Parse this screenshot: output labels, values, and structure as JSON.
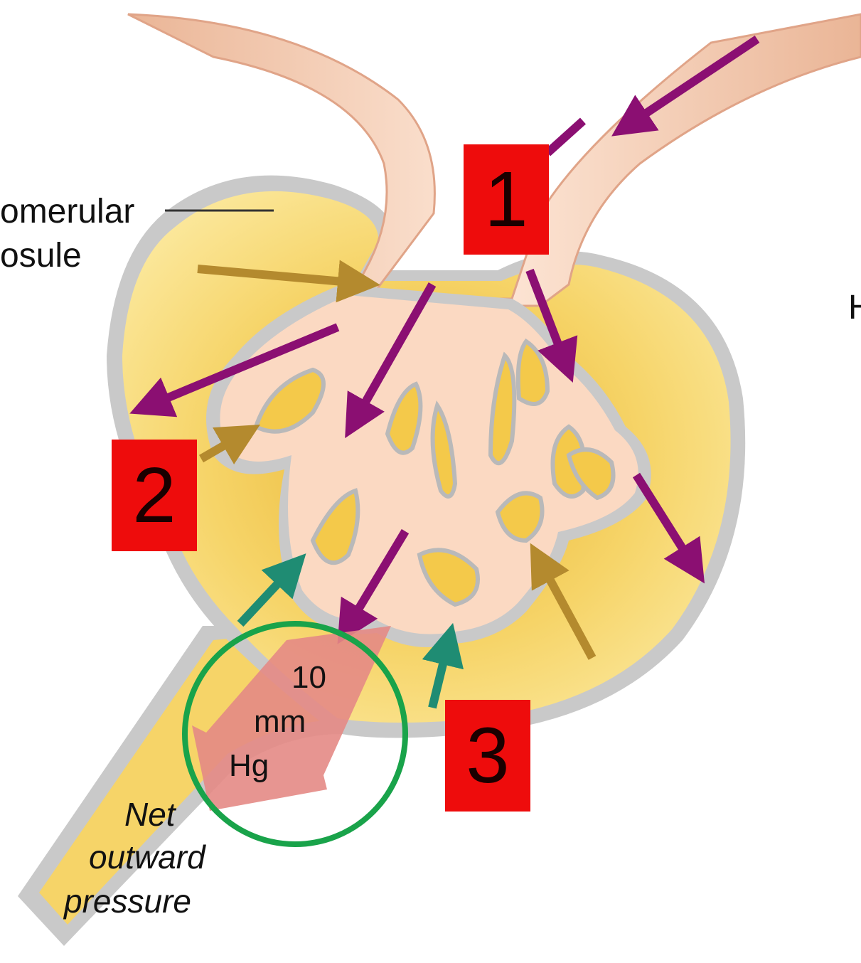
{
  "labels": {
    "capsule_line1": "omerular",
    "capsule_line2": "osule",
    "right_edge_fragment": "H",
    "pressure_value": "10",
    "pressure_unit_line1": "mm",
    "pressure_unit_line2": "Hg",
    "net_line1": "Net",
    "net_line2": "outward",
    "net_line3": "pressure"
  },
  "markers": [
    {
      "id": "1",
      "label": "1"
    },
    {
      "id": "2",
      "label": "2"
    },
    {
      "id": "3",
      "label": "3"
    }
  ],
  "colors": {
    "vessel": "#f3c9b0",
    "vessel_light": "#fbe1cf",
    "capsule_fill": "#f6d468",
    "capsule_outline": "#c9c9c9",
    "hydrostatic_arrow": "#8b0f72",
    "capsule_pressure_arrow": "#b48a2e",
    "oncotic_arrow": "#1f8c73",
    "net_arrow": "#e48a85",
    "highlight_circle": "#19a34a",
    "marker_box": "#ee0c0c"
  }
}
